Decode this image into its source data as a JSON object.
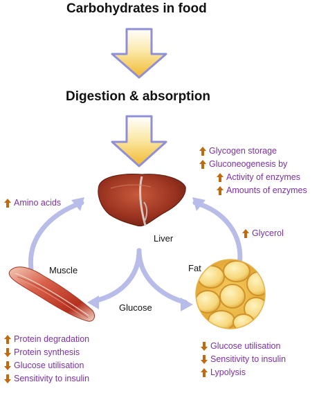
{
  "header": {
    "title": "Carbohydrates in food",
    "subtitle": "Digestion & absorption"
  },
  "organs": {
    "liver": "Liver",
    "muscle": "Muscle",
    "fat": "Fat",
    "glucose": "Glucose"
  },
  "colors": {
    "effect_text": "#7b2fa8",
    "up_arrow": "#c06a10",
    "down_arrow": "#c06a10",
    "cycle_arrow": "#b8bce8",
    "funnel_arrow_outline": "#8f8fd8",
    "funnel_arrow_fill": "#f2c14a"
  },
  "liver_effects": [
    {
      "dir": "up",
      "text": "Glycogen storage"
    },
    {
      "dir": "up",
      "text": "Gluconeogenesis by"
    },
    {
      "dir": "up",
      "text": "Activity of enzymes"
    },
    {
      "dir": "up",
      "text": "Amounts of enzymes"
    }
  ],
  "amino": {
    "dir": "up",
    "text": "Amino acids"
  },
  "glycerol": {
    "dir": "up",
    "text": "Glycerol"
  },
  "muscle_effects": [
    {
      "dir": "up",
      "text": "Protein degradation"
    },
    {
      "dir": "down",
      "text": "Protein synthesis"
    },
    {
      "dir": "down",
      "text": "Glucose utilisation"
    },
    {
      "dir": "down",
      "text": "Sensitivity to insulin"
    }
  ],
  "fat_effects": [
    {
      "dir": "down",
      "text": "Glucose utilisation"
    },
    {
      "dir": "down",
      "text": "Sensitivity to insulin"
    },
    {
      "dir": "up",
      "text": "Lypolysis"
    }
  ]
}
